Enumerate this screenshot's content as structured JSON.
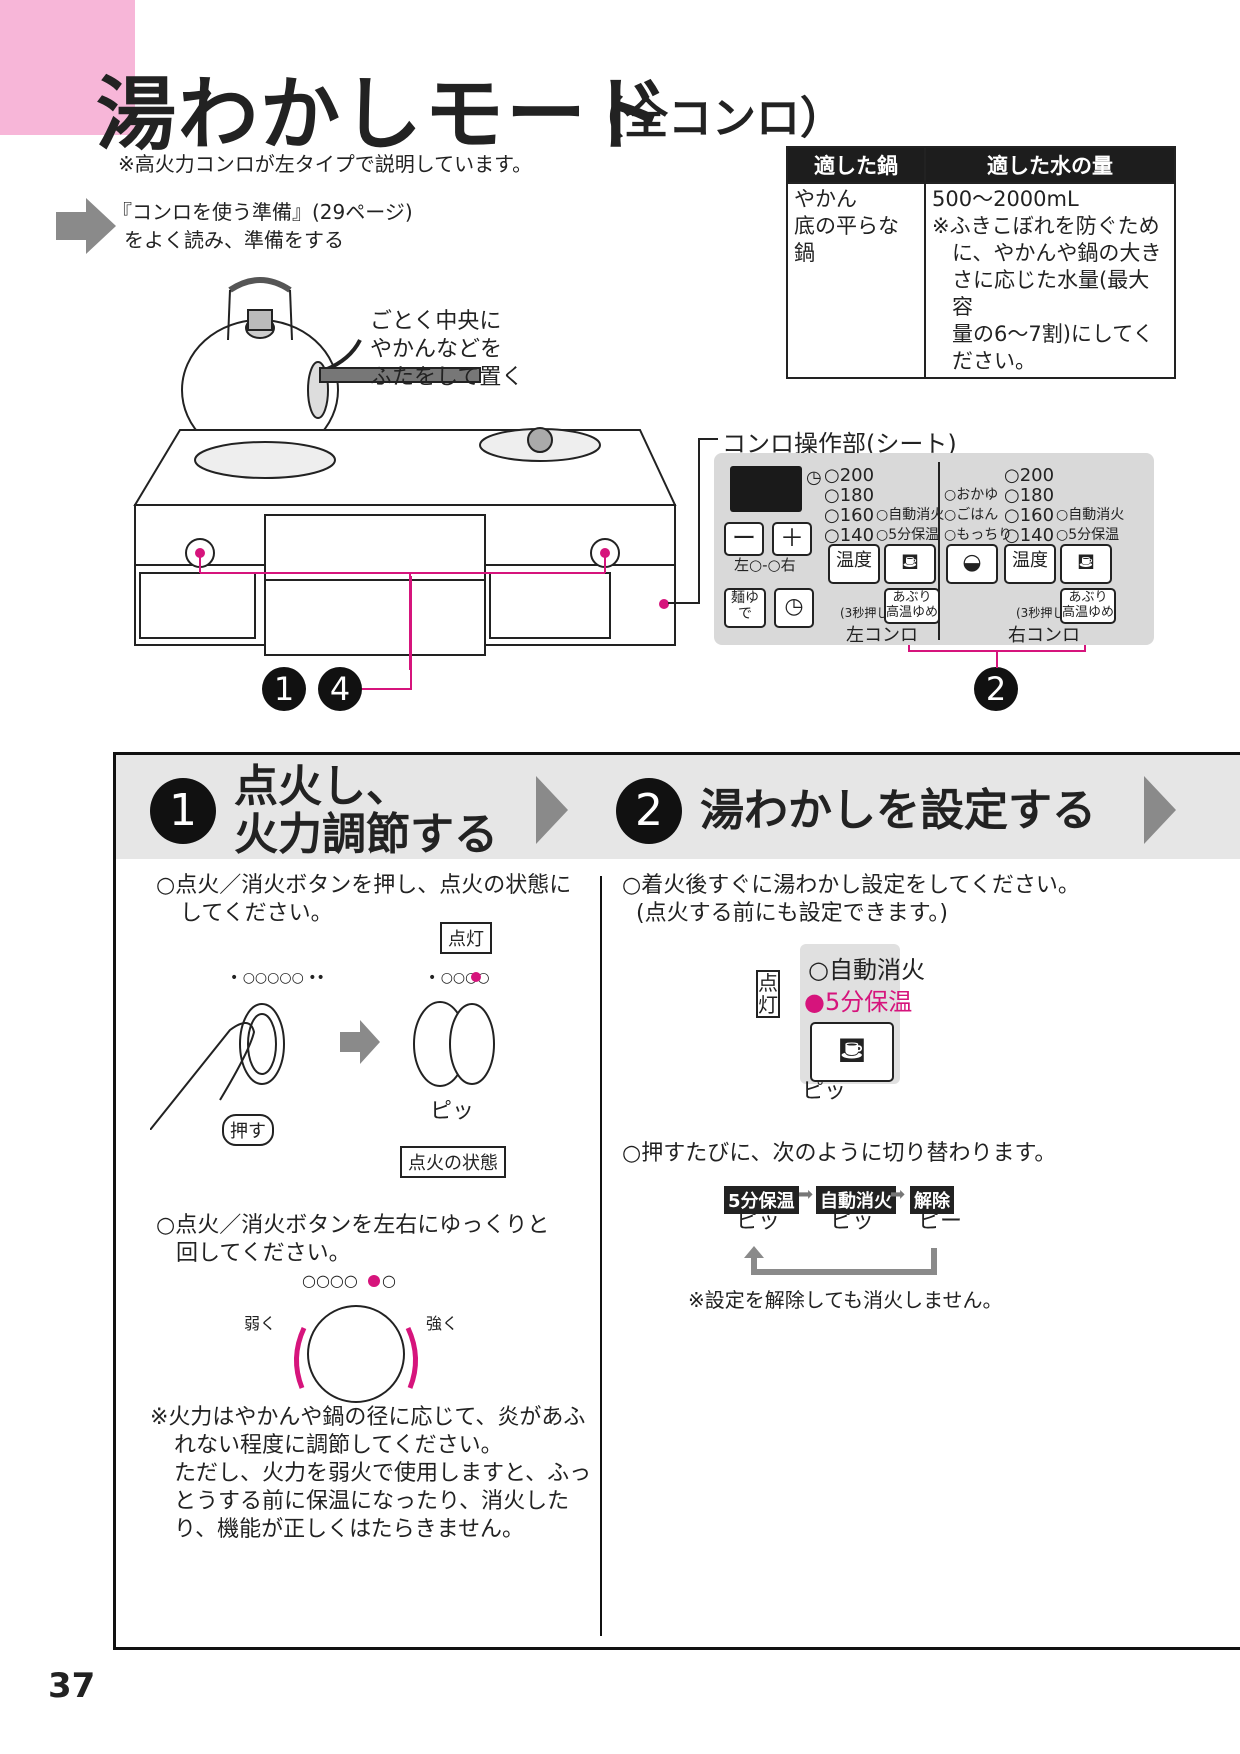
{
  "page": {
    "title": "湯わかしモード",
    "title_sub": "（全コンロ）",
    "note_left": "※高火力コンロが左タイプで説明しています。",
    "prep_line1": "『コンロを使う準備』(29ページ)",
    "prep_line2": "をよく読み、準備をする",
    "kettle_note_1": "ごとく中央に",
    "kettle_note_2": "やかんなどを",
    "kettle_note_3": "ふたをして置く",
    "page_number": "37"
  },
  "suit_table": {
    "head_pot": "適した鍋",
    "head_water": "適した水の量",
    "pot_1": "やかん",
    "pot_2": "底の平らな鍋",
    "water_1": "500〜2000mL",
    "water_2": "※ふきこぼれを防ぐため",
    "water_3": "に、やかんや鍋の大き",
    "water_4": "さに応じた水量(最大容",
    "water_5": "量の6〜7割)にしてく",
    "water_6": "ださい。"
  },
  "panel": {
    "title": "コンロ操作部(シート)",
    "temps_left": [
      "○200",
      "○180",
      "○160",
      "○140"
    ],
    "temps_right": [
      "○200",
      "○180",
      "○160",
      "○140"
    ],
    "auto_off": "○自動消火",
    "keep_warm": "○5分保温",
    "auto_off_r": "○自動消火",
    "keep_warm_r": "○5分保温",
    "okayu": "○おかゆ",
    "gohan": "○ごはん",
    "mocchiri": "○もっちり",
    "minus": "ー",
    "plus": "＋",
    "left_right": "左○-○右",
    "ondo": "温度",
    "ondo_r": "温度",
    "men_yude": "麺ゆで",
    "hold3": "(3秒押し)",
    "hold3_r": "(3秒押し)",
    "aburi": "あぶり",
    "aburi_r": "あぶり",
    "kouon_yume": "高温ゆめ",
    "kouon_yume_r": "高温ゆめ",
    "left_stove": "左コンロ",
    "right_stove": "右コンロ"
  },
  "callouts": {
    "n1": "1",
    "n4": "4",
    "n2": "2"
  },
  "step1": {
    "num": "1",
    "title_1": "点火し、",
    "title_2": "火力調節する",
    "text_1a": "○点火／消火ボタンを押し、点火の状態に",
    "text_1b": "してください。",
    "lit_label": "点灯",
    "push_label": "押す",
    "beep": "ピッ",
    "ignite_state": "点火の状態",
    "text_2a": "○点火／消火ボタンを左右にゆっくりと",
    "text_2b": "回してください。",
    "weak": "弱く",
    "strong": "強く",
    "caution_1": "※火力はやかんや鍋の径に応じて、炎があふ",
    "caution_2": "れない程度に調節してください。",
    "caution_3": "ただし、火力を弱火で使用しますと、ふっ",
    "caution_4": "とうする前に保温になったり、消火した",
    "caution_5": "り、機能が正しくはたらきません。"
  },
  "step2": {
    "num": "2",
    "title": "湯わかしを設定する",
    "text_1a": "○着火後すぐに湯わかし設定をしてください。",
    "text_1b": "(点火する前にも設定できます。)",
    "lit_vertical": "点灯",
    "auto_off": "○自動消火",
    "keep_warm": "●5分保温",
    "beep": "ピッ",
    "text_2": "○押すたびに、次のように切り替わります。",
    "chip_1": "5分保温",
    "chip_2": "自動消火",
    "chip_3": "解除",
    "beep_1": "ピッ",
    "beep_2": "ピッ",
    "beep_3": "ピー",
    "note": "※設定を解除しても消火しません。"
  },
  "colors": {
    "accent": "#d6147c",
    "tab": "#f7b6d8",
    "gray": "#8a8a8a"
  }
}
